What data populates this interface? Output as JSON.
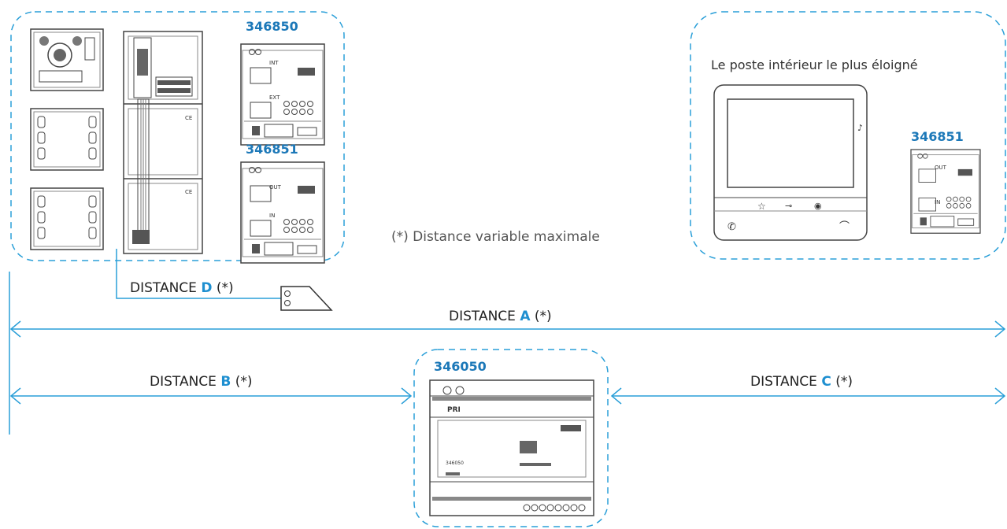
{
  "colors": {
    "accent": "#1e8fd0",
    "part_number": "#1c78b8",
    "dashed": "#2a9fd8",
    "line": "#2a9fd8",
    "device": "#555555"
  },
  "labels": {
    "remote_station": "Le poste intérieur le plus éloigné",
    "variable_distance": "(*) Distance variable maximale",
    "pn_346850": "346850",
    "pn_346851_left": "346851",
    "pn_346851_right": "346851",
    "pn_346050": "346050"
  },
  "distances": {
    "word": "DISTANCE",
    "suffix": "(*)",
    "a": "A",
    "b": "B",
    "c": "C",
    "d": "D"
  },
  "device_texts": {
    "int": "INT",
    "ext": "EXT",
    "out": "OUT",
    "in": "IN",
    "pri": "PRI",
    "psu_code": "346050"
  },
  "icons": [
    "entrance-panel-icon",
    "monitor-icon",
    "interface-module-icon",
    "power-supply-icon",
    "cable-plug-icon"
  ]
}
